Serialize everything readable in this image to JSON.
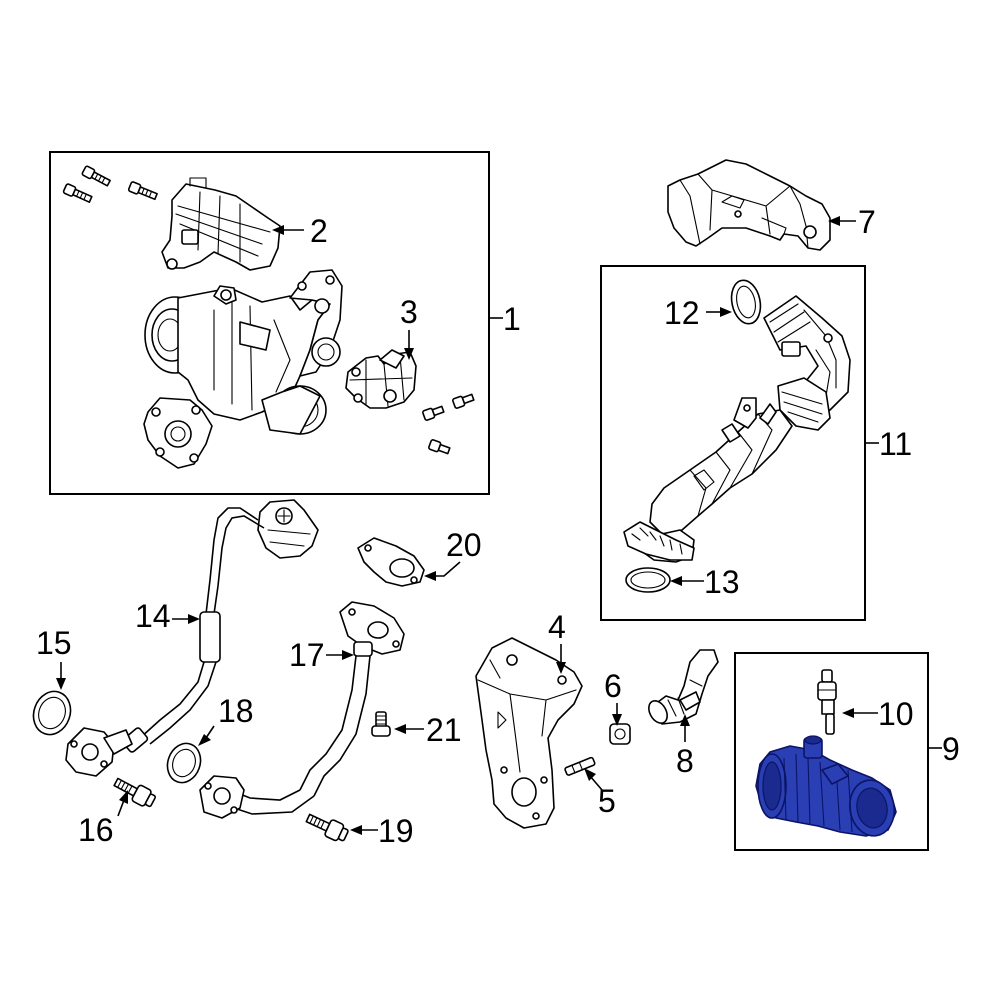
{
  "callouts": {
    "c1": "1",
    "c2": "2",
    "c3": "3",
    "c4": "4",
    "c5": "5",
    "c6": "6",
    "c7": "7",
    "c8": "8",
    "c9": "9",
    "c10": "10",
    "c11": "11",
    "c12": "12",
    "c13": "13",
    "c14": "14",
    "c15": "15",
    "c16": "16",
    "c17": "17",
    "c18": "18",
    "c19": "19",
    "c20": "20",
    "c21": "21"
  },
  "highlight": {
    "part": "9",
    "color": "#2a3fb3"
  }
}
